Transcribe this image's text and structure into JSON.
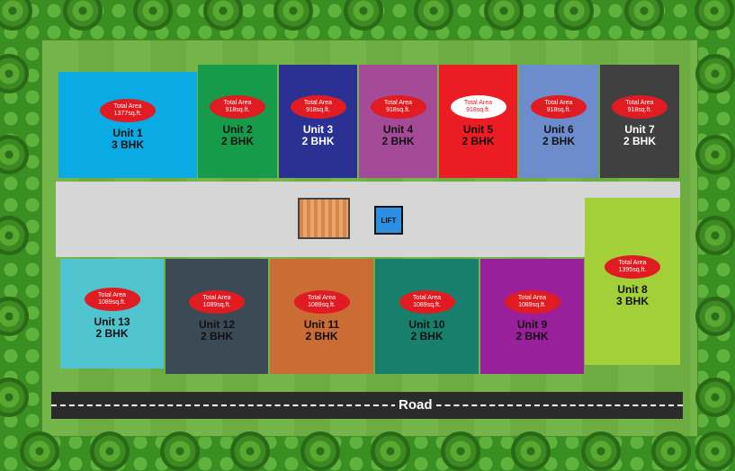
{
  "colors": {
    "hedge": "#3a8f22",
    "lawn": "#6fb243",
    "corridor": "#d6d6d6",
    "badge": "#e01b22",
    "road": "#2b2b2b"
  },
  "units": [
    {
      "id": "unit-1",
      "badge_line1": "Total Area",
      "badge_line2": "1377sq.ft.",
      "name": "Unit 1",
      "type": "3 BHK",
      "color": "#0aaae4",
      "text_color": "#111111"
    },
    {
      "id": "unit-2",
      "badge_line1": "Total Area",
      "badge_line2": "918sq.ft.",
      "name": "Unit 2",
      "type": "2 BHK",
      "color": "#169b4a",
      "text_color": "#111111"
    },
    {
      "id": "unit-3",
      "badge_line1": "Total Area",
      "badge_line2": "918sq.ft.",
      "name": "Unit 3",
      "type": "2 BHK",
      "color": "#2b3192",
      "text_color": "#ffffff"
    },
    {
      "id": "unit-4",
      "badge_line1": "Total Area",
      "badge_line2": "918sq.ft.",
      "name": "Unit 4",
      "type": "2 BHK",
      "color": "#a54a96",
      "text_color": "#111111"
    },
    {
      "id": "unit-5",
      "badge_line1": "Total Area",
      "badge_line2": "918sq.ft.",
      "name": "Unit 5",
      "type": "2 BHK",
      "color": "#ec1c24",
      "text_color": "#111111",
      "badge_white": true
    },
    {
      "id": "unit-6",
      "badge_line1": "Total Area",
      "badge_line2": "918sq.ft.",
      "name": "Unit 6",
      "type": "2 BHK",
      "color": "#6c8ccc",
      "text_color": "#111111"
    },
    {
      "id": "unit-7",
      "badge_line1": "Total Area",
      "badge_line2": "918sq.ft.",
      "name": "Unit 7",
      "type": "2 BHK",
      "color": "#404041",
      "text_color": "#ffffff"
    },
    {
      "id": "unit-8",
      "badge_line1": "Total Area",
      "badge_line2": "1395sq.ft.",
      "name": "Unit 8",
      "type": "3 BHK",
      "color": "#a3cf39",
      "text_color": "#111111"
    },
    {
      "id": "unit-9",
      "badge_line1": "Total Area",
      "badge_line2": "1089sq.ft.",
      "name": "Unit 9",
      "type": "2 BHK",
      "color": "#9a1f9b",
      "text_color": "#111111"
    },
    {
      "id": "unit-10",
      "badge_line1": "Total Area",
      "badge_line2": "1089sq.ft.",
      "name": "Unit 10",
      "type": "2 BHK",
      "color": "#177f6b",
      "text_color": "#111111"
    },
    {
      "id": "unit-11",
      "badge_line1": "Total Area",
      "badge_line2": "1089sq.ft.",
      "name": "Unit 11",
      "type": "2 BHK",
      "color": "#cc6c35",
      "text_color": "#111111"
    },
    {
      "id": "unit-12",
      "badge_line1": "Total Area",
      "badge_line2": "1089sq.ft.",
      "name": "Unit 12",
      "type": "2 BHK",
      "color": "#3c4a55",
      "text_color": "#111111"
    },
    {
      "id": "unit-13",
      "badge_line1": "Total Area",
      "badge_line2": "1089sq.ft.",
      "name": "Unit 13",
      "type": "2 BHK",
      "color": "#4fc3ce",
      "text_color": "#111111"
    }
  ],
  "lift": {
    "label": "LIFT"
  },
  "road": {
    "label": "Road"
  }
}
